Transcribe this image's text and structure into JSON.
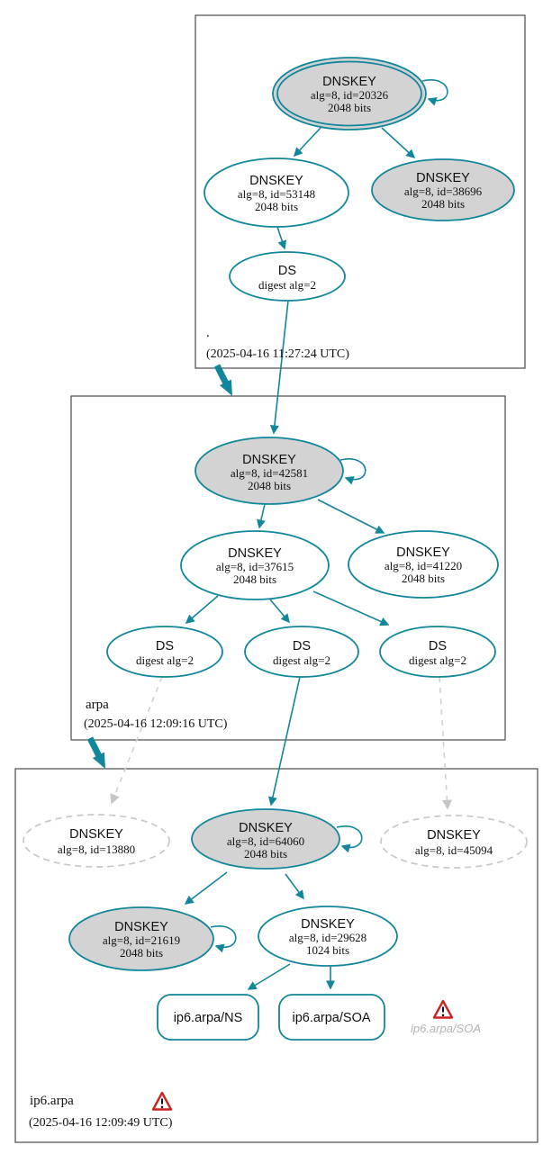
{
  "diagram_type": "DNSSEC authentication chain (dnsviz graph)",
  "colors": {
    "accent_teal": "#12869b",
    "node_fill_gray": "#d3d3d3",
    "node_fill_white": "#ffffff",
    "dashed_gray": "#c8c8c8",
    "box_border": "#4a4a4a",
    "warning_red": "#cc2222"
  },
  "zones": {
    "root": {
      "name": ".",
      "timestamp": "(2025-04-16 11:27:24 UTC)",
      "nodes": {
        "ksk": {
          "title": "DNSKEY",
          "detail": "alg=8, id=20326",
          "bits": "2048 bits"
        },
        "zsk": {
          "title": "DNSKEY",
          "detail": "alg=8, id=53148",
          "bits": "2048 bits"
        },
        "key38696": {
          "title": "DNSKEY",
          "detail": "alg=8, id=38696",
          "bits": "2048 bits"
        },
        "ds": {
          "title": "DS",
          "detail": "digest alg=2"
        }
      }
    },
    "arpa": {
      "name": "arpa",
      "timestamp": "(2025-04-16 12:09:16 UTC)",
      "nodes": {
        "ksk": {
          "title": "DNSKEY",
          "detail": "alg=8, id=42581",
          "bits": "2048 bits"
        },
        "zsk": {
          "title": "DNSKEY",
          "detail": "alg=8, id=37615",
          "bits": "2048 bits"
        },
        "key41220": {
          "title": "DNSKEY",
          "detail": "alg=8, id=41220",
          "bits": "2048 bits"
        },
        "ds_left": {
          "title": "DS",
          "detail": "digest alg=2"
        },
        "ds_mid": {
          "title": "DS",
          "detail": "digest alg=2"
        },
        "ds_right": {
          "title": "DS",
          "detail": "digest alg=2"
        }
      }
    },
    "ip6arpa": {
      "name": "ip6.arpa",
      "timestamp": "(2025-04-16 12:09:49 UTC)",
      "nodes": {
        "key13880": {
          "title": "DNSKEY",
          "detail": "alg=8, id=13880"
        },
        "ksk": {
          "title": "DNSKEY",
          "detail": "alg=8, id=64060",
          "bits": "2048 bits"
        },
        "key45094": {
          "title": "DNSKEY",
          "detail": "alg=8, id=45094"
        },
        "key21619": {
          "title": "DNSKEY",
          "detail": "alg=8, id=21619",
          "bits": "2048 bits"
        },
        "zsk": {
          "title": "DNSKEY",
          "detail": "alg=8, id=29628",
          "bits": "1024 bits"
        },
        "rrset_ns": {
          "label": "ip6.arpa/NS"
        },
        "rrset_soa": {
          "label": "ip6.arpa/SOA"
        },
        "warning_caption": "ip6.arpa/SOA"
      }
    }
  }
}
